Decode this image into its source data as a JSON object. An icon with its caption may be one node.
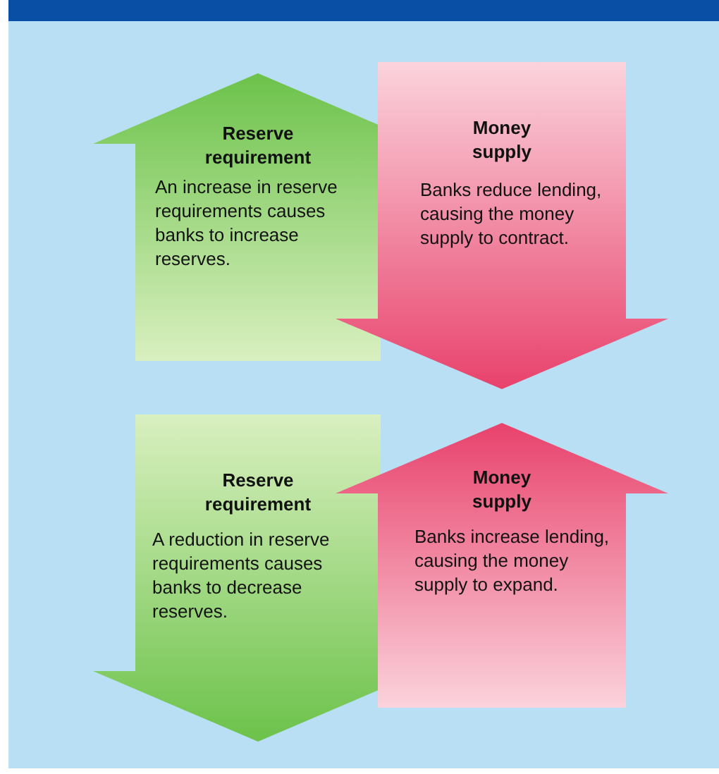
{
  "diagram": {
    "nodes": [
      {
        "text": [
          "Reserve requirement",
          "An increase in reserve requirements causes banks to increase reserves."
        ]
      },
      {
        "text": [
          "Money supply",
          "Banks reduce lending, causing the money supply to contract."
        ]
      },
      {
        "text": [
          "Reserve requirement",
          "A reduction in reserve requirements causes banks to decrease reserves."
        ]
      },
      {
        "text": [
          "Money supply",
          "Banks increase lending, causing the money supply to expand."
        ]
      }
    ]
  }
}
